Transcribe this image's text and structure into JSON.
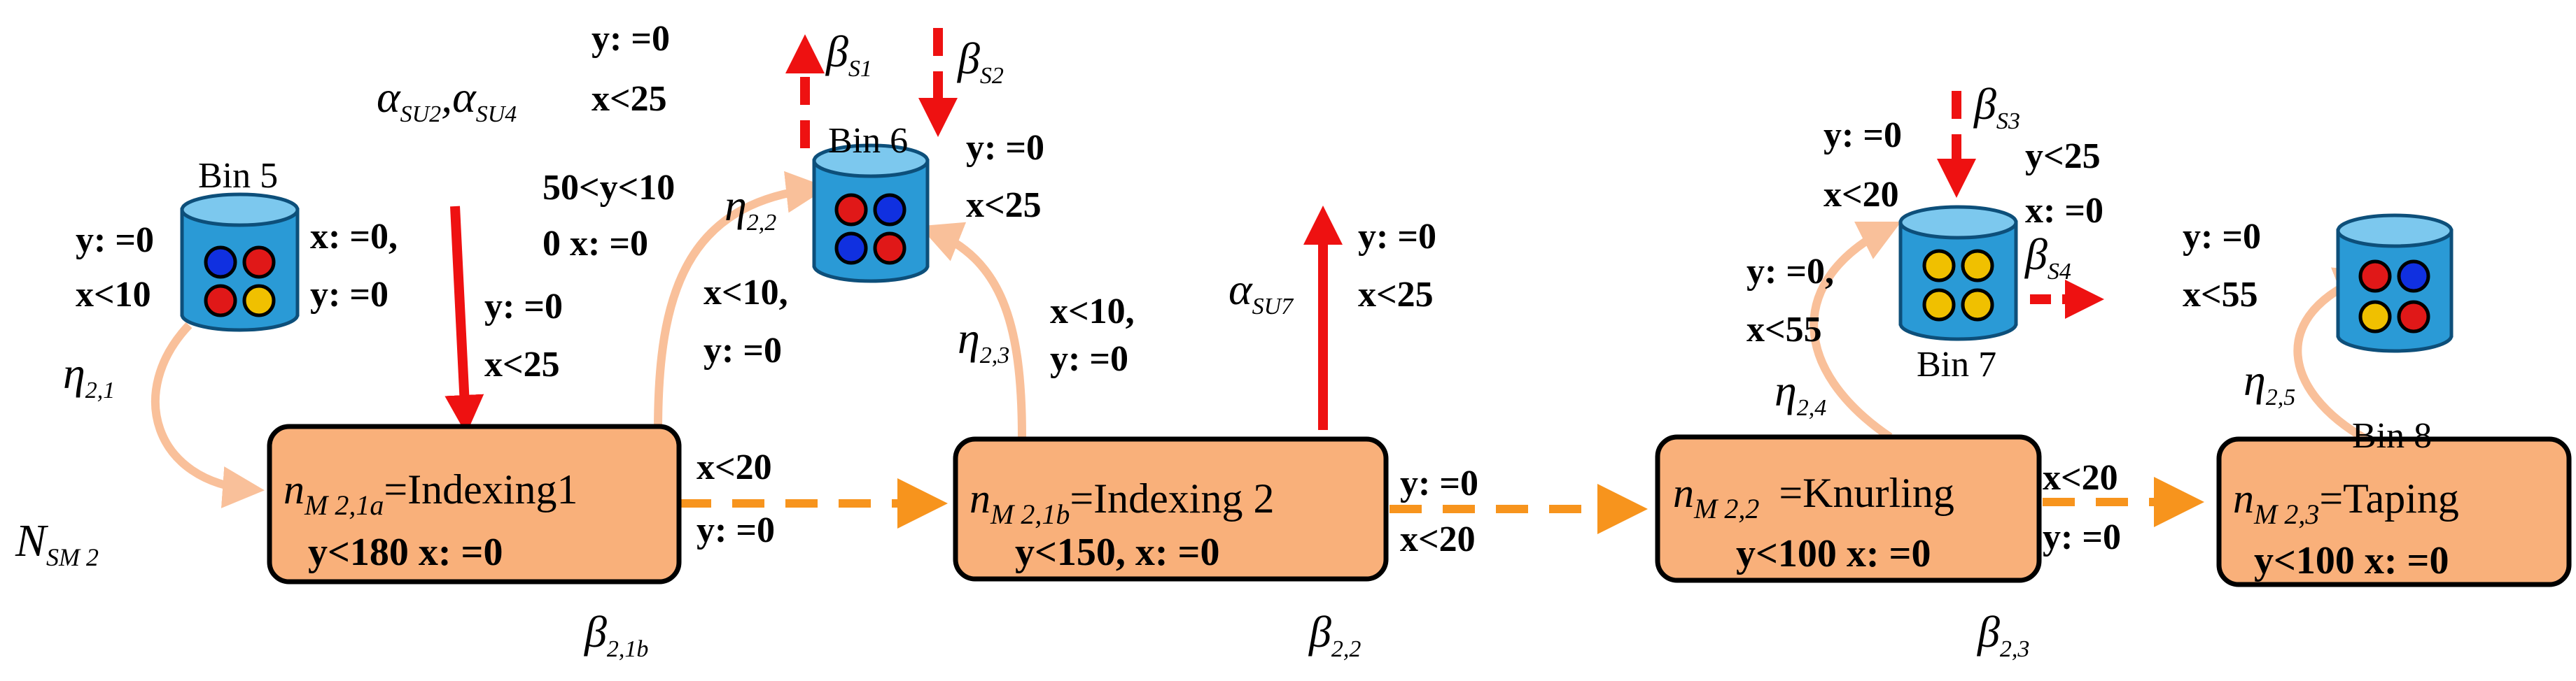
{
  "states": [
    {
      "id": "s1",
      "name": "n",
      "sub": "M 2,1a",
      "label": "=Indexing1",
      "constraint": "y<180 x: =0"
    },
    {
      "id": "s2",
      "name": "n",
      "sub": "M 2,1b",
      "label": "=Indexing 2",
      "constraint": "y<150, x: =0"
    },
    {
      "id": "s3",
      "name": "n",
      "sub": "M 2,2",
      "label": "=Knurling",
      "constraint": "y<100 x: =0"
    },
    {
      "id": "s4",
      "name": "n",
      "sub": "M 2,3",
      "label": "=Taping",
      "constraint": "y<100 x: =0"
    }
  ],
  "bins": [
    {
      "id": "bin5",
      "label": "Bin 5",
      "balls": [
        "#1030e0",
        "#e01818",
        "#e01818",
        "#f0c000"
      ]
    },
    {
      "id": "bin6",
      "label": "Bin 6",
      "balls": [
        "#e01818",
        "#1030e0",
        "#1030e0",
        "#e01818"
      ]
    },
    {
      "id": "bin7",
      "label": "Bin 7",
      "balls": [
        "#f0c000",
        "#f0c000",
        "#f0c000",
        "#f0c000"
      ]
    },
    {
      "id": "bin8",
      "label": "Bin 8",
      "balls": [
        "#e01818",
        "#1030e0",
        "#f0c000",
        "#e01818"
      ]
    }
  ],
  "symbols": {
    "nsm": {
      "main": "N",
      "sub": "SM 2"
    },
    "alpha_su2_su4": {
      "a1": "α",
      "s1": "SU2",
      "sep": ",",
      "a2": "α",
      "s2": "SU4"
    },
    "alpha_su7": {
      "main": "α",
      "sub": "SU7"
    },
    "beta_s1": {
      "main": "β",
      "sub": "S1"
    },
    "beta_s2": {
      "main": "β",
      "sub": "S2"
    },
    "beta_s3": {
      "main": "β",
      "sub": "S3"
    },
    "beta_s4": {
      "main": "β",
      "sub": "S4"
    },
    "beta_21b": {
      "main": "β",
      "sub": "2,1b"
    },
    "beta_22": {
      "main": "β",
      "sub": "2,2"
    },
    "beta_23": {
      "main": "β",
      "sub": "2,3"
    },
    "eta_21": {
      "main": "η",
      "sub": "2,1"
    },
    "eta_22": {
      "main": "η",
      "sub": "2,2"
    },
    "eta_23": {
      "main": "η",
      "sub": "2,3"
    },
    "eta_24": {
      "main": "η",
      "sub": "2,4"
    },
    "eta_25": {
      "main": "η",
      "sub": "2,5"
    }
  },
  "guards": {
    "bin5_left": [
      "y: =0",
      "x<10"
    ],
    "bin5_right": [
      "x: =0,",
      "y: =0"
    ],
    "top_su": [
      "y: =0",
      "x<25"
    ],
    "mid_range": [
      "50<y<10",
      "0 x: =0"
    ],
    "arrow_down1": [
      "y: =0",
      "x<25"
    ],
    "eta22_left": [
      "x<10,",
      "y: =0"
    ],
    "bin6_right": [
      "y: =0",
      "x<25"
    ],
    "eta23_right": [
      "x<10,",
      "y: =0"
    ],
    "trans_1_2": [
      "x<20",
      "y: =0"
    ],
    "su7": [
      "y: =0",
      "x<25"
    ],
    "trans_2_3": [
      "y: =0",
      "x<20"
    ],
    "bin7_left": [
      "y: =0",
      "x<20"
    ],
    "bin7_right": [
      "y<25",
      "x: =0"
    ],
    "eta24_left": [
      "y: =0,",
      "x<55"
    ],
    "trans_3_4": [
      "x<20",
      "y: =0"
    ],
    "bin8_left": [
      "y: =0",
      "x<55"
    ]
  },
  "colors": {
    "state_fill": "#f9b07a",
    "state_stroke": "#000000",
    "eta_arrow": "#f9c09a",
    "transition": "#f7941d",
    "signal": "#ee1111",
    "bin_fill": "#2a9ad6",
    "bin_top": "#7cc8ee"
  }
}
